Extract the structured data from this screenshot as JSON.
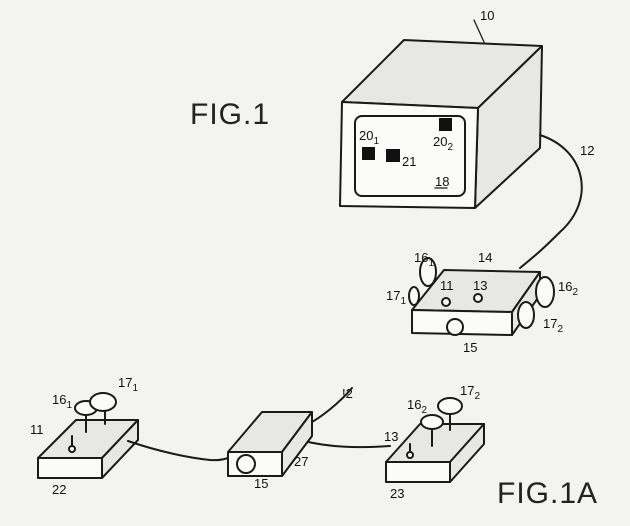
{
  "figures": {
    "fig1": "FIG.1",
    "fig1a": "FIG.1A"
  },
  "labels": {
    "l10": "10",
    "l12": "12",
    "l14": "14",
    "l15": "15",
    "l16_1": "16",
    "l16_1s": "1",
    "l16_2": "16",
    "l16_2s": "2",
    "l17_1": "17",
    "l17_1s": "1",
    "l17_2": "17",
    "l17_2s": "2",
    "l11": "11",
    "l13": "13",
    "l18": "18",
    "l20_1": "20",
    "l20_1s": "1",
    "l20_2": "20",
    "l20_2s": "2",
    "l21": "21",
    "a16_1": "16",
    "a16_1s": "1",
    "a17_1": "17",
    "a17_1s": "1",
    "a11": "11",
    "a22": "22",
    "a12": "!2",
    "a27": "27",
    "a15": "15",
    "a16_2": "16",
    "a16_2s": "2",
    "a17_2": "17",
    "a17_2s": "2",
    "a13": "13",
    "a23": "23"
  }
}
